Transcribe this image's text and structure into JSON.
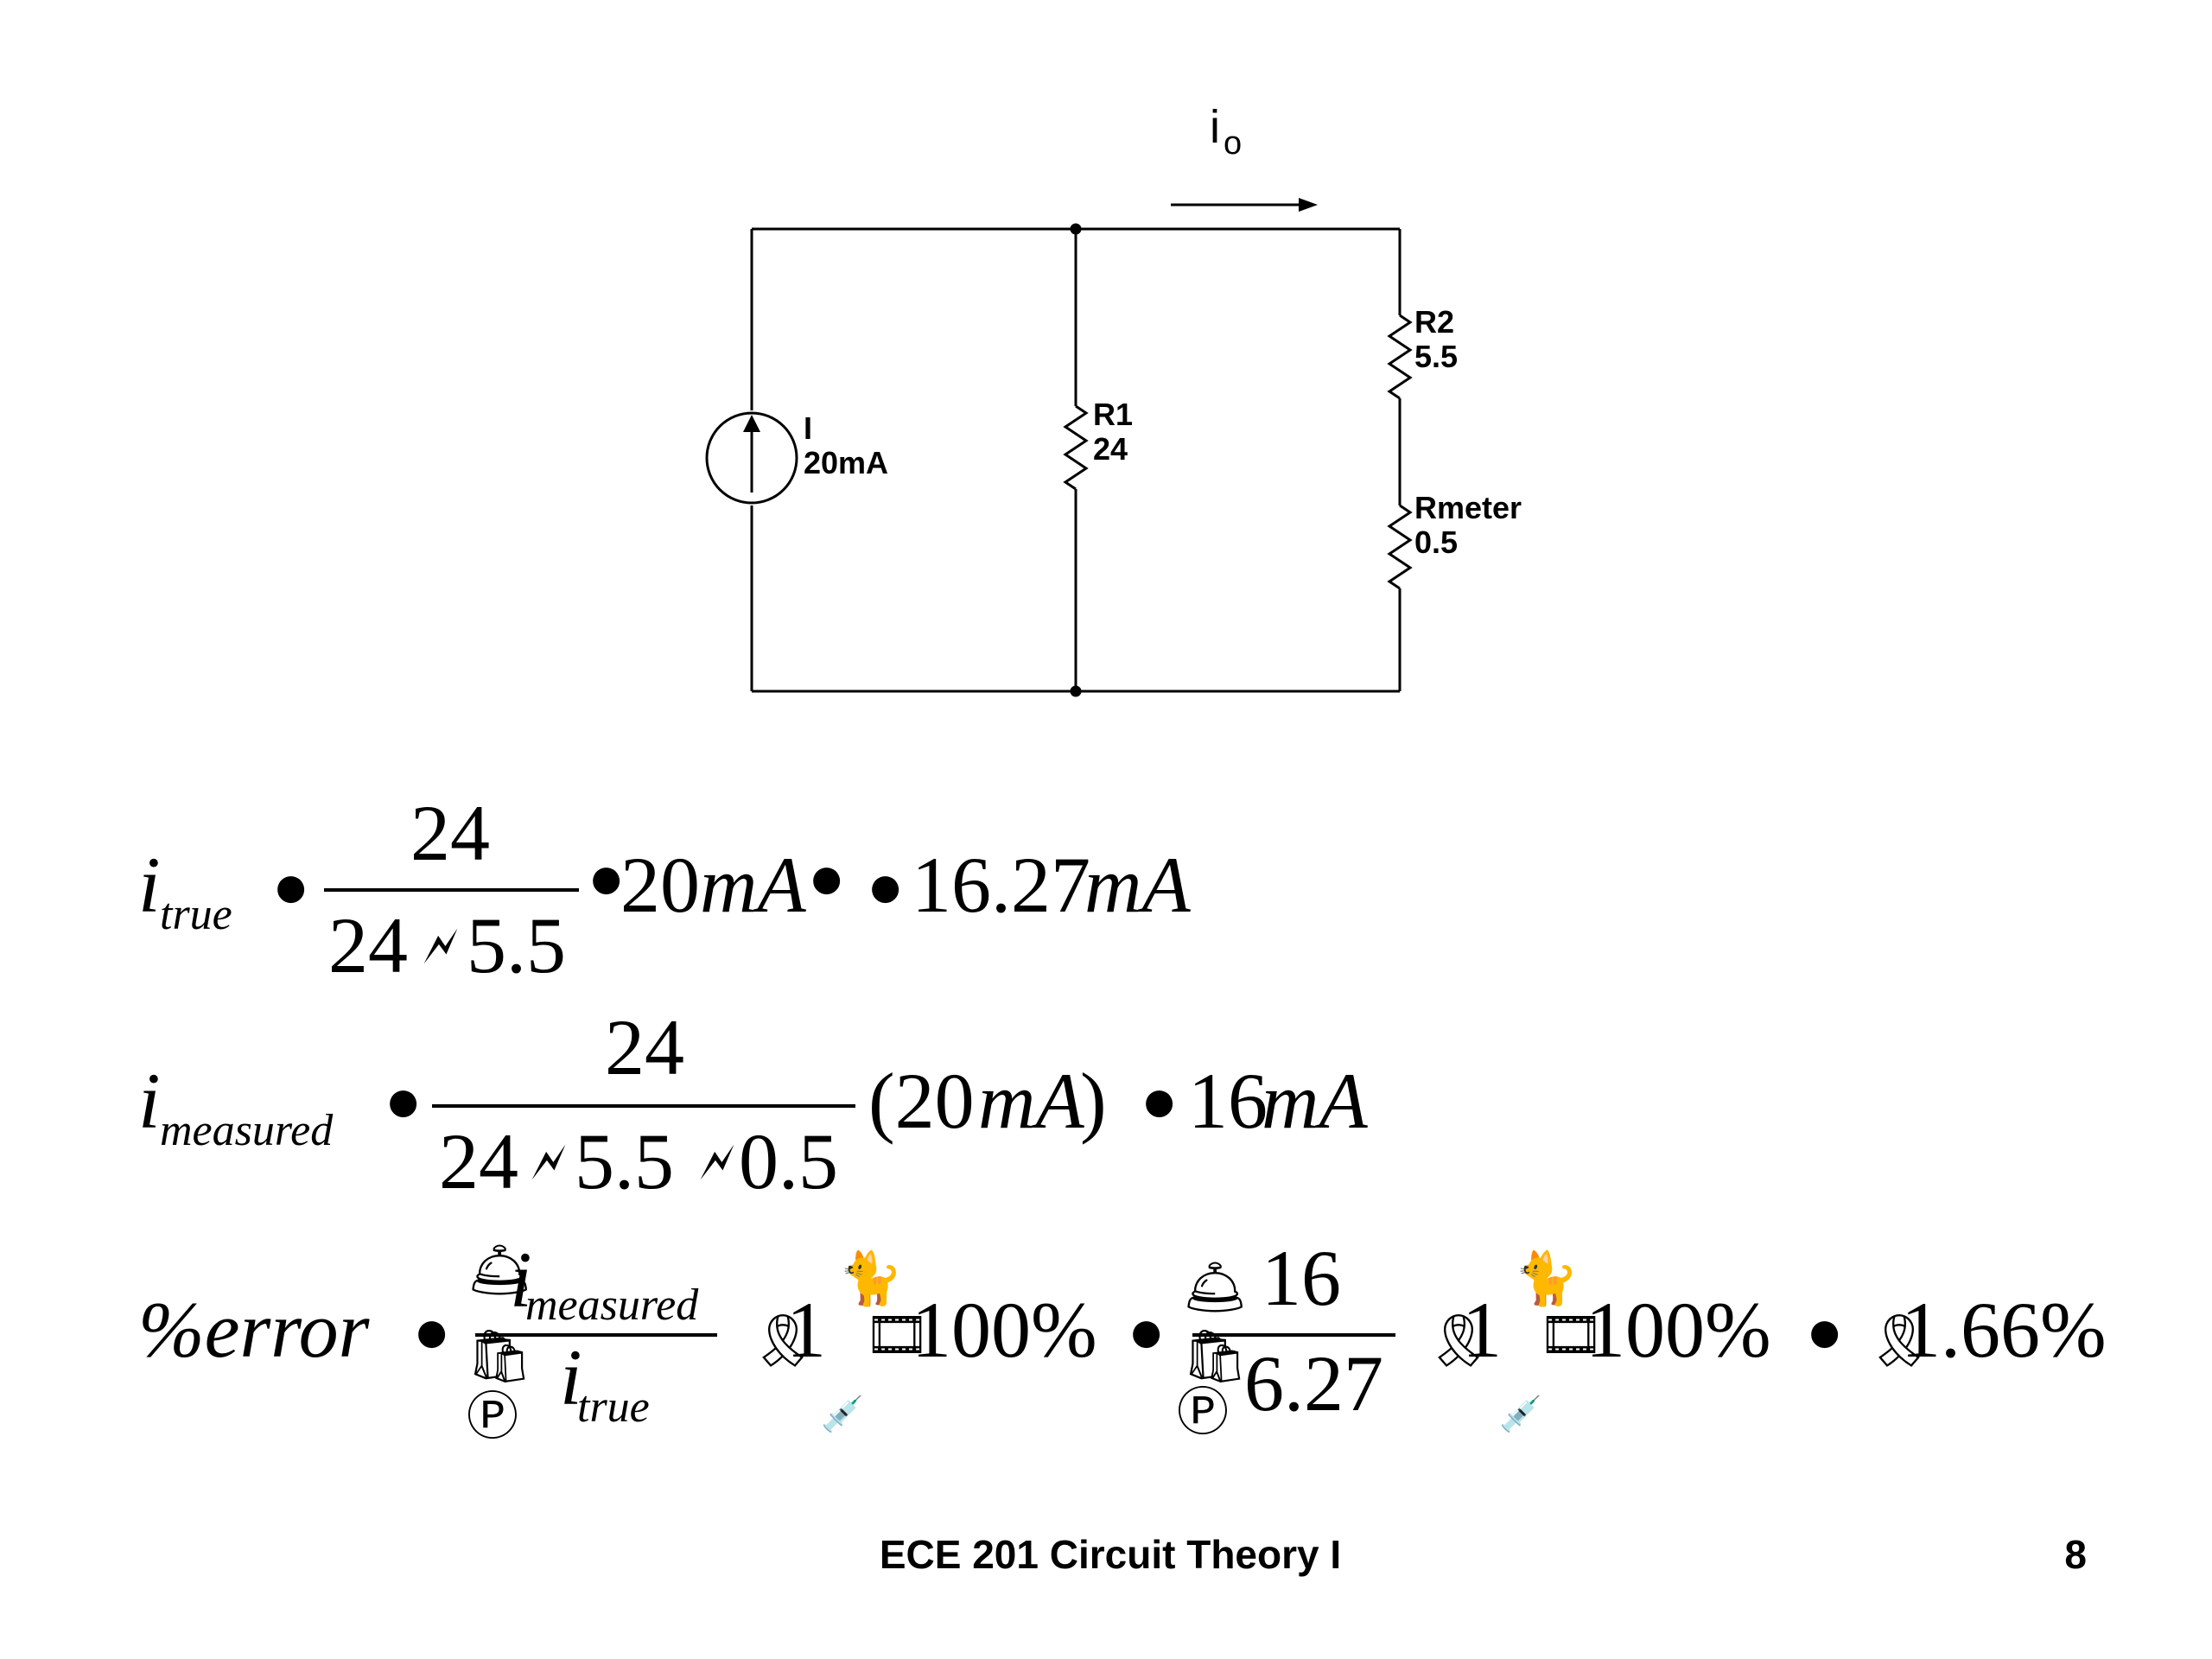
{
  "circuit": {
    "current_label": "i",
    "current_label_sub": "o",
    "source": {
      "name": "I",
      "value": "20mA"
    },
    "r1": {
      "name": "R1",
      "value": "24"
    },
    "r2": {
      "name": "R2",
      "value": "5.5"
    },
    "rmeter": {
      "name": "Rmeter",
      "value": "0.5"
    }
  },
  "eq1": {
    "lhs": "i",
    "lhs_sub": "true",
    "bullet": "●",
    "num": "24",
    "den_a": "24",
    "den_garble": "🗲",
    "den_b": "5.5",
    "mult_open": "●",
    "factor": "20",
    "factor_unit": "mA",
    "mult_close": "●",
    "eq_bullet": "●",
    "result": "16.27",
    "result_unit": "mA"
  },
  "eq2": {
    "lhs": "i",
    "lhs_sub": "measured",
    "bullet": "●",
    "num": "24",
    "den_a": "24",
    "den_garble1": "🗲",
    "den_b": "5.5",
    "den_garble2": "🗲",
    "den_c": "0.5",
    "factor": "(20",
    "factor_unit": "mA",
    "factor_close": ")",
    "eq_bullet": "●",
    "result": "16",
    "result_unit": "mA"
  },
  "eq3": {
    "lhs": "%error",
    "bullet": "●",
    "frac1_num": "i",
    "frac1_num_sub": "measured",
    "frac1_den": "i",
    "frac1_den_sub": "true",
    "garble_bell": "🛎",
    "garble_bag": "🛍",
    "garble_p": "Ⓟ",
    "garble_ribbon": "🎗",
    "one": "1",
    "garble_cat": "🐈",
    "garble_film": "🎞",
    "garble_syringe": "💉",
    "hundred": "100%",
    "bullet2": "●",
    "frac2_num": "16",
    "frac2_den": "6.27",
    "one2": "1",
    "hundred2": "100%",
    "bullet3": "●",
    "result": "1.66%"
  },
  "footer": {
    "course": "ECE 201 Circuit Theory I",
    "page": "8"
  }
}
